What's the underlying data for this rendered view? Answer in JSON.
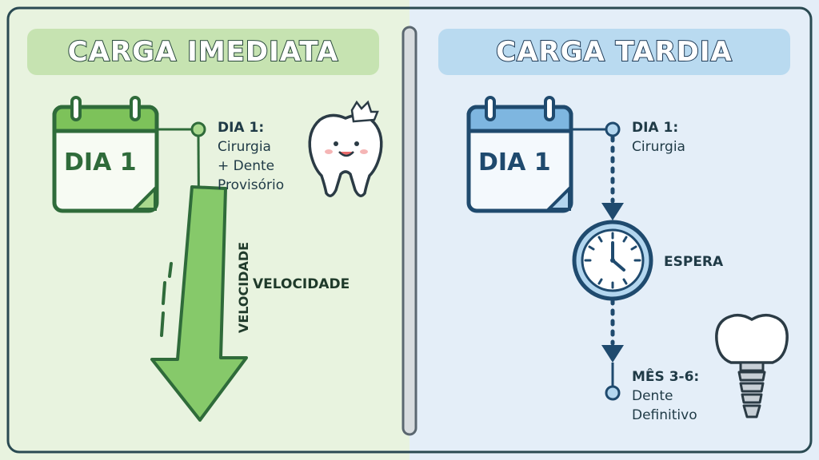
{
  "left": {
    "title": "CARGA IMEDIATA",
    "calendar_label": "DIA 1",
    "step_day": "DIA 1:",
    "step_desc_1": "Cirurgia",
    "step_desc_2": "+ Dente",
    "step_desc_3": "Provisório",
    "arrow_label_vertical": "VELOCIDADE",
    "arrow_label": "VELOCIDADE"
  },
  "right": {
    "title": "CARGA TARDIA",
    "calendar_label": "DIA 1",
    "step1_day": "DIA 1:",
    "step1_desc": "Cirurgia",
    "wait_label": "ESPERA",
    "step2_day": "MÊS 3-6:",
    "step2_desc_1": "Dente",
    "step2_desc_2": "Definitivo"
  },
  "colors": {
    "left_bg": "#e6f2dc",
    "right_bg": "#e3eef8",
    "green_accent": "#7dc25a",
    "blue_accent": "#7eb6e0",
    "dark_green": "#2f6b3a",
    "dark_blue": "#1f4a6e"
  },
  "icons": [
    "calendar-icon",
    "tooth-icon",
    "clock-icon",
    "implant-icon",
    "arrow-down-icon"
  ]
}
